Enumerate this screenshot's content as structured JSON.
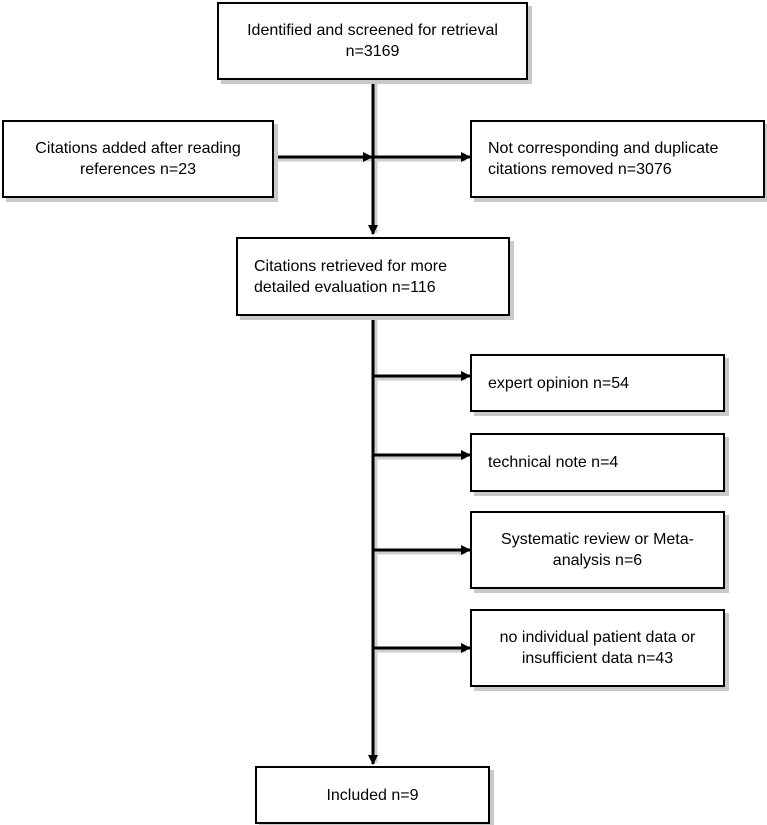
{
  "boxes": {
    "identified": "Identified and screened for retrieval\nn=3169",
    "added": "Citations added after reading references n=23",
    "removed": "Not corresponding and duplicate citations removed n=3076",
    "retrieved": "Citations retrieved for more detailed evaluation n=116",
    "expert": "expert opinion n=54",
    "technical": "technical note n=4",
    "systematic": "Systematic review or Meta-analysis n=6",
    "no_data": "no individual patient data or insufficient data n=43",
    "included": "Included n=9"
  }
}
